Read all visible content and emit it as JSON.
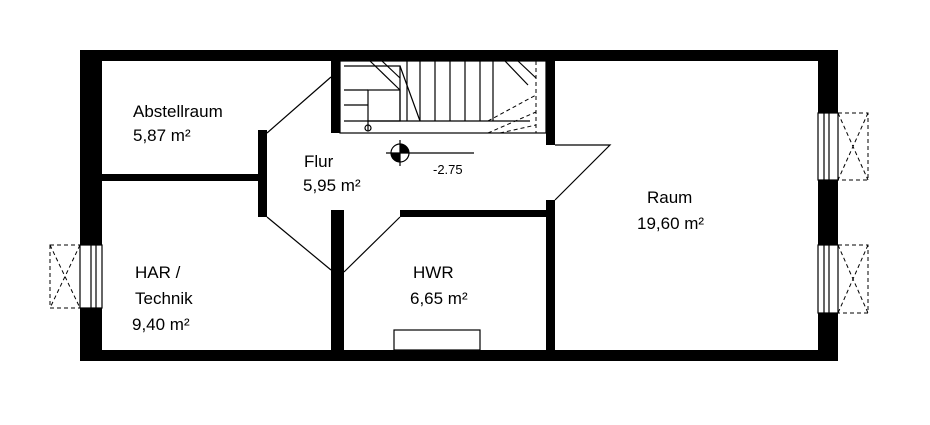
{
  "rooms": {
    "abstellraum": {
      "name": "Abstellraum",
      "area": "5,87 m²"
    },
    "flur": {
      "name": "Flur",
      "area": "5,95 m²"
    },
    "har": {
      "name_line1": "HAR /",
      "name_line2": "Technik",
      "area": "9,40 m²"
    },
    "hwr": {
      "name": "HWR",
      "area": "6,65 m²"
    },
    "raum": {
      "name": "Raum",
      "area": "19,60 m²"
    }
  },
  "level_marker": {
    "value": "-2.75"
  },
  "colors": {
    "wall": "#000000",
    "background": "#ffffff"
  }
}
